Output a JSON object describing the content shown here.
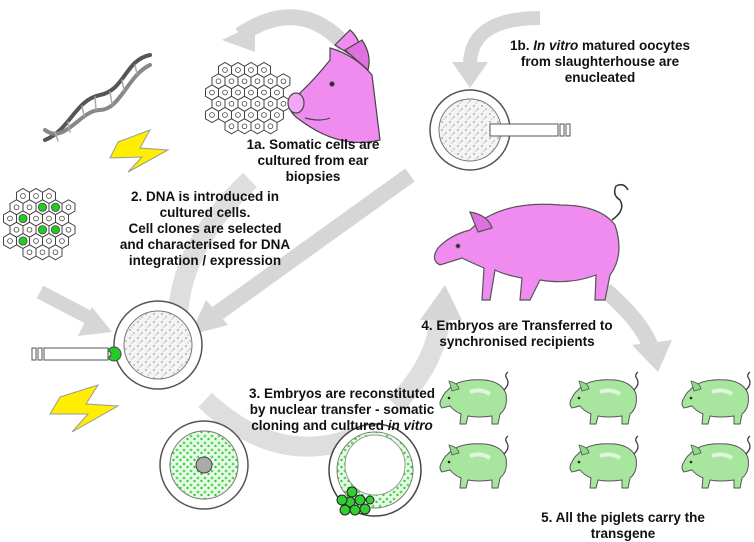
{
  "steps": {
    "s1a": {
      "lines": [
        "1a. Somatic cells are",
        "cultured from ear",
        "biopsies"
      ]
    },
    "s1b": {
      "prefix": "1b. ",
      "italic": "In vitro",
      "suffix": " matured oocytes",
      "lines": [
        "from slaughterhouse are",
        "enucleated"
      ]
    },
    "s2": {
      "lines": [
        "2. DNA is introduced in",
        "cultured cells.",
        "Cell clones are selected",
        "and characterised for DNA",
        "integration / expression"
      ]
    },
    "s3": {
      "line1": "3. Embryos are reconstituted",
      "line2_start": "by  nuclear transfer - somatic",
      "line3_start": "cloning and cultured ",
      "line3_italic": "in vitro"
    },
    "s4": {
      "lines": [
        "4. Embryos are Transferred to",
        "synchronised recipients"
      ]
    },
    "s5": {
      "lines": [
        "5. All the  piglets carry the",
        "transgene"
      ]
    }
  },
  "colors": {
    "pig_pink": "#f08cf0",
    "piglet_green": "#a8e6a0",
    "nucleus_green": "#22cc22",
    "arrow_gray": "#d4d4d4",
    "lightning": "#ffee00"
  },
  "icons": [
    "dna-helix-icon",
    "lightning-icon",
    "pig-head-icon",
    "adult-pig-icon",
    "piglet-icon",
    "pipette-icon",
    "oocyte-icon",
    "blastocyst-icon"
  ]
}
